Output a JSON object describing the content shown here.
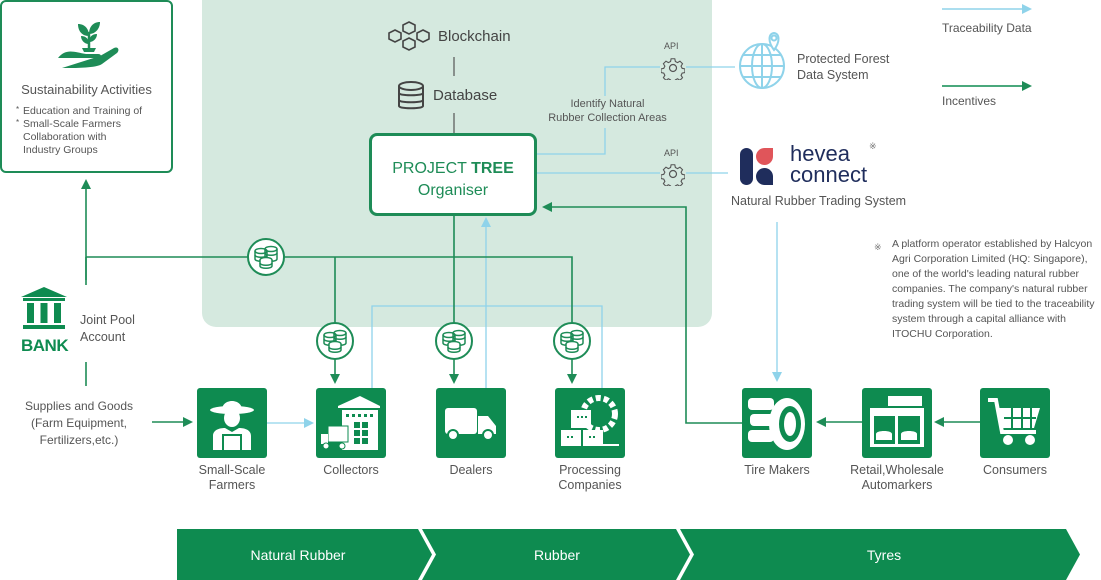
{
  "sustainability": {
    "title": "Sustainability Activities",
    "items": [
      "Education and Training of",
      "Small-Scale Farmers"
    ],
    "continuation": [
      "Collaboration with",
      "Industry Groups"
    ]
  },
  "platform": {
    "blockchain": "Blockchain",
    "database": "Database",
    "organiser_line1_regular": "PROJECT ",
    "organiser_line1_bold": "TREE",
    "organiser_line2": "Organiser",
    "identify_line1": "Identify Natural",
    "identify_line2": "Rubber Collection Areas",
    "api_label": "API"
  },
  "external": {
    "forest_line1": "Protected Forest",
    "forest_line2": "Data System",
    "hevea_line1": "hevea",
    "hevea_line2": "connect",
    "hevea_mark": "※",
    "trading_system": "Natural Rubber Trading System"
  },
  "legend": {
    "traceability": "Traceability Data",
    "incentives": "Incentives",
    "traceability_color": "#8fd3ea",
    "incentives_color": "#0e8b50"
  },
  "note": {
    "mark": "※",
    "text": "A platform operator established by Halcyon Agri Corporation Limited (HQ: Singapore), one of the world's leading natural rubber companies. The company's natural rubber trading system will be tied to the traceability system through a capital alliance with ITOCHU Corporation."
  },
  "bank": {
    "icon_text": "BANK",
    "label_line1": "Joint Pool",
    "label_line2": "Account"
  },
  "supplies": {
    "line1": "Supplies and Goods",
    "line2": "(Farm Equipment,",
    "line3": "Fertilizers,etc.)"
  },
  "actors": [
    {
      "line1": "Small-Scale",
      "line2": "Farmers"
    },
    {
      "line1": "Collectors",
      "line2": ""
    },
    {
      "line1": "Dealers",
      "line2": ""
    },
    {
      "line1": "Processing",
      "line2": "Companies"
    },
    {
      "line1": "Tire Makers",
      "line2": ""
    },
    {
      "line1": "Retail,Wholesale",
      "line2": "Automarkers"
    },
    {
      "line1": "Consumers",
      "line2": ""
    }
  ],
  "stages": [
    "Natural Rubber",
    "Rubber",
    "Tyres"
  ],
  "colors": {
    "brand_green": "#0e8b50",
    "line_green": "#1e8c57",
    "panel_bg": "#d5e9df",
    "trace_blue": "#8fd3ea",
    "hevea_navy": "#1f2d5c",
    "hevea_red": "#e0555a"
  }
}
